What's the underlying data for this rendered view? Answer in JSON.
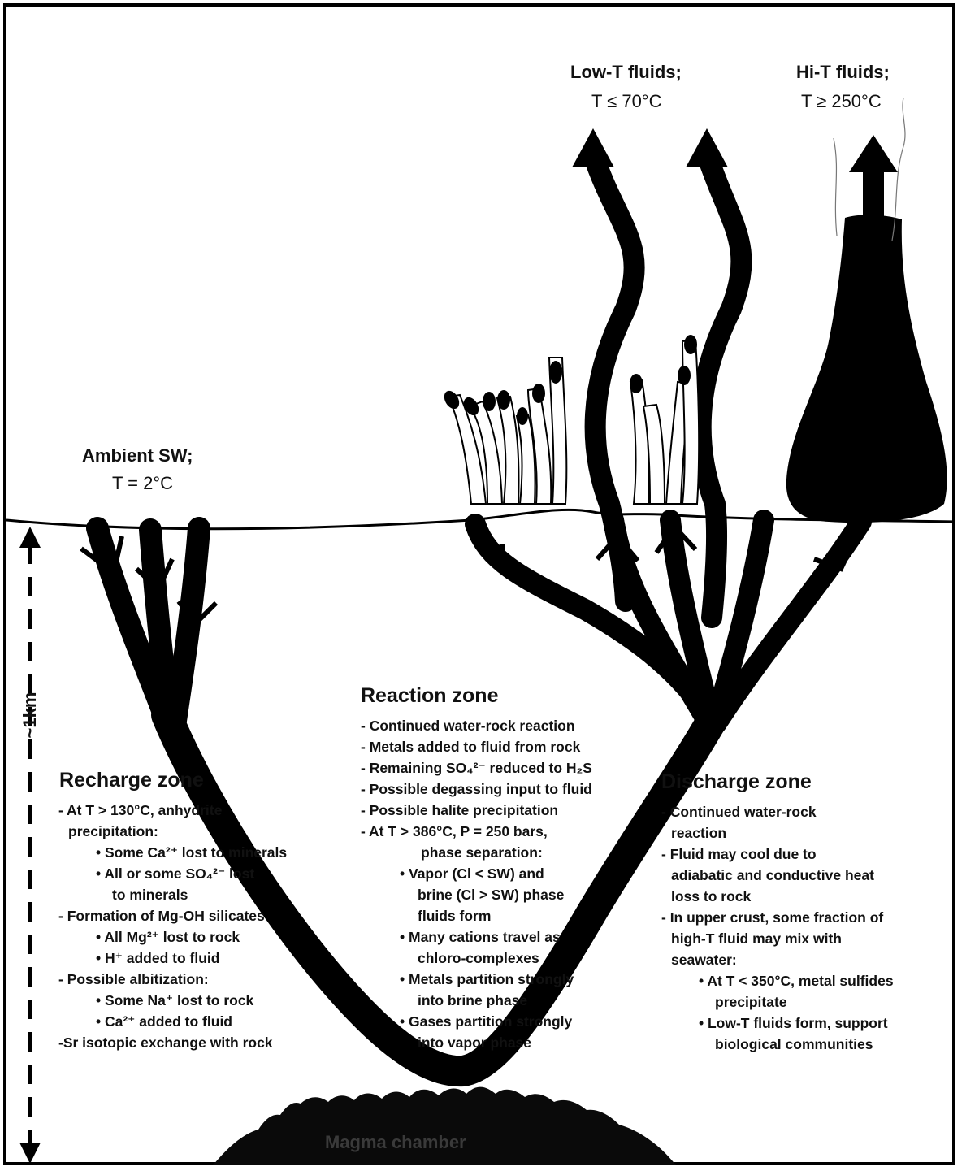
{
  "top_labels": {
    "low_t": {
      "title": "Low-T fluids;",
      "temp": "T ≤ 70°C"
    },
    "hi_t": {
      "title": "Hi-T fluids;",
      "temp": "T ≥ 250°C"
    },
    "ambient": {
      "title": "Ambient SW;",
      "temp": "T = 2°C"
    }
  },
  "scale_label": "~1km",
  "magma_label": "Magma chamber",
  "recharge": {
    "title": "Recharge zone",
    "lines": [
      "- At T > 130°C, anhydrite",
      "precipitation:",
      "• Some Ca²⁺ lost to minerals",
      "• All or some SO₄²⁻ lost",
      "to minerals",
      "- Formation of Mg-OH silicates",
      "• All Mg²⁺ lost to rock",
      "• H⁺ added to fluid",
      "- Possible albitization:",
      "• Some Na⁺ lost to rock",
      "• Ca²⁺ added to fluid",
      "-Sr isotopic exchange with rock"
    ]
  },
  "reaction": {
    "title": "Reaction zone",
    "lines": [
      "- Continued water-rock reaction",
      "- Metals added to fluid from rock",
      "- Remaining SO₄²⁻ reduced to H₂S",
      "- Possible degassing input to fluid",
      "- Possible halite precipitation",
      "- At T > 386°C, P = 250 bars,",
      "phase separation:",
      "• Vapor (Cl < SW) and",
      "brine (Cl > SW) phase",
      "fluids form",
      "• Many cations travel as",
      "chloro-complexes",
      "• Metals partition strongly",
      "into brine phase",
      "• Gases partition strongly",
      "into vapor phase"
    ]
  },
  "discharge": {
    "title": "Discharge zone",
    "lines": [
      "- Continued water-rock",
      "reaction",
      "- Fluid may cool due to",
      "adiabatic and conductive heat",
      "loss to rock",
      "- In upper crust, some fraction of",
      "high-T fluid may mix with",
      "seawater:",
      "• At T < 350°C, metal sulfides",
      "precipitate",
      "• Low-T fluids form, support",
      "biological communities"
    ]
  }
}
